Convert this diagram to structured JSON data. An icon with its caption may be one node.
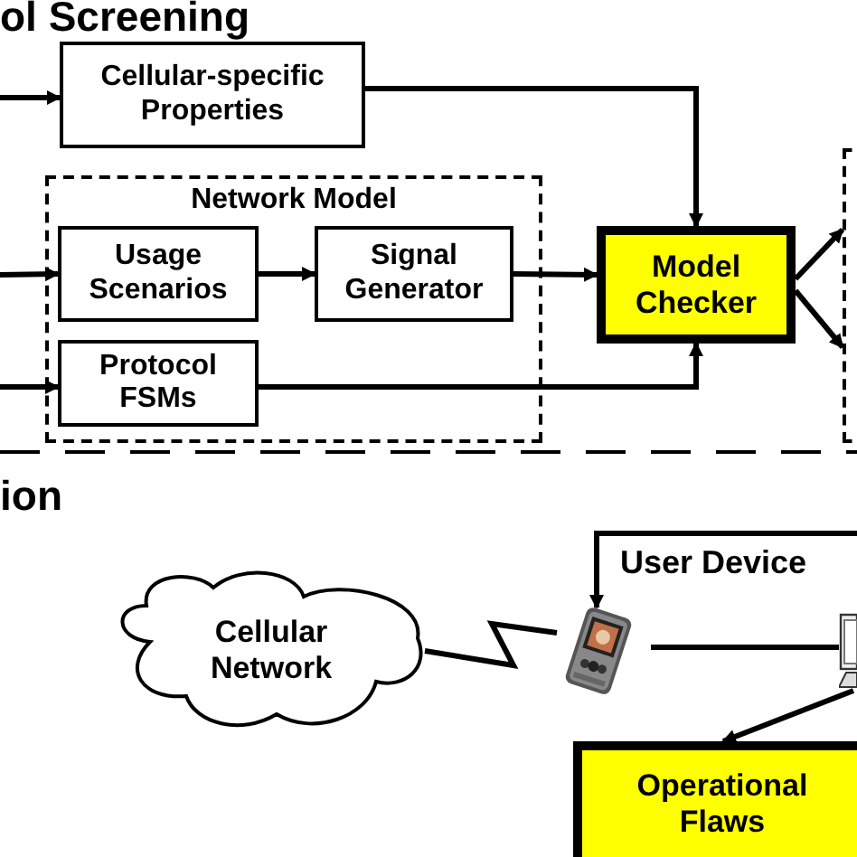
{
  "diagram": {
    "nodes": [
      {
        "text": [
          "Cellular-specific Properties"
        ]
      },
      {
        "text": [
          "Network Model"
        ]
      },
      {
        "text": [
          "Usage Scenarios"
        ],
        "in": 1
      },
      {
        "text": [
          "Signal Generator"
        ],
        "in": 1
      },
      {
        "text": [
          "Protocol FSMs"
        ],
        "in": 1
      },
      {
        "text": [
          "Model Checker"
        ]
      },
      {
        "text": [],
        "shape": "box"
      },
      {
        "text": [
          "Cellular Network"
        ]
      },
      {
        "text": [],
        "shape": "picture"
      },
      {
        "text": [],
        "shape": "picture"
      },
      {
        "text": [
          "Operational Flaws"
        ]
      }
    ],
    "edges": [
      {
        "from": null,
        "to": 0,
        "arrow": "to"
      },
      {
        "from": 0,
        "to": 5,
        "arrow": "to"
      },
      {
        "from": null,
        "to": 2,
        "arrow": "to"
      },
      {
        "from": 2,
        "to": 3,
        "arrow": "to"
      },
      {
        "from": 3,
        "to": 5,
        "arrow": "to"
      },
      {
        "from": null,
        "to": 4,
        "arrow": "to"
      },
      {
        "from": 4,
        "to": 5,
        "arrow": "to"
      },
      {
        "from": 5,
        "to": 6,
        "arrow": "to"
      },
      {
        "from": 5,
        "to": 6,
        "arrow": "to"
      },
      {
        "from": null,
        "to": 8,
        "arrow": "to"
      },
      {
        "from": 7,
        "to": 8,
        "arrow": "none"
      },
      {
        "from": 8,
        "to": 9,
        "arrow": "none"
      },
      {
        "from": 9,
        "to": 10,
        "arrow": "to"
      }
    ],
    "labels": [
      "ol Screening",
      "ion",
      "User Device"
    ]
  }
}
